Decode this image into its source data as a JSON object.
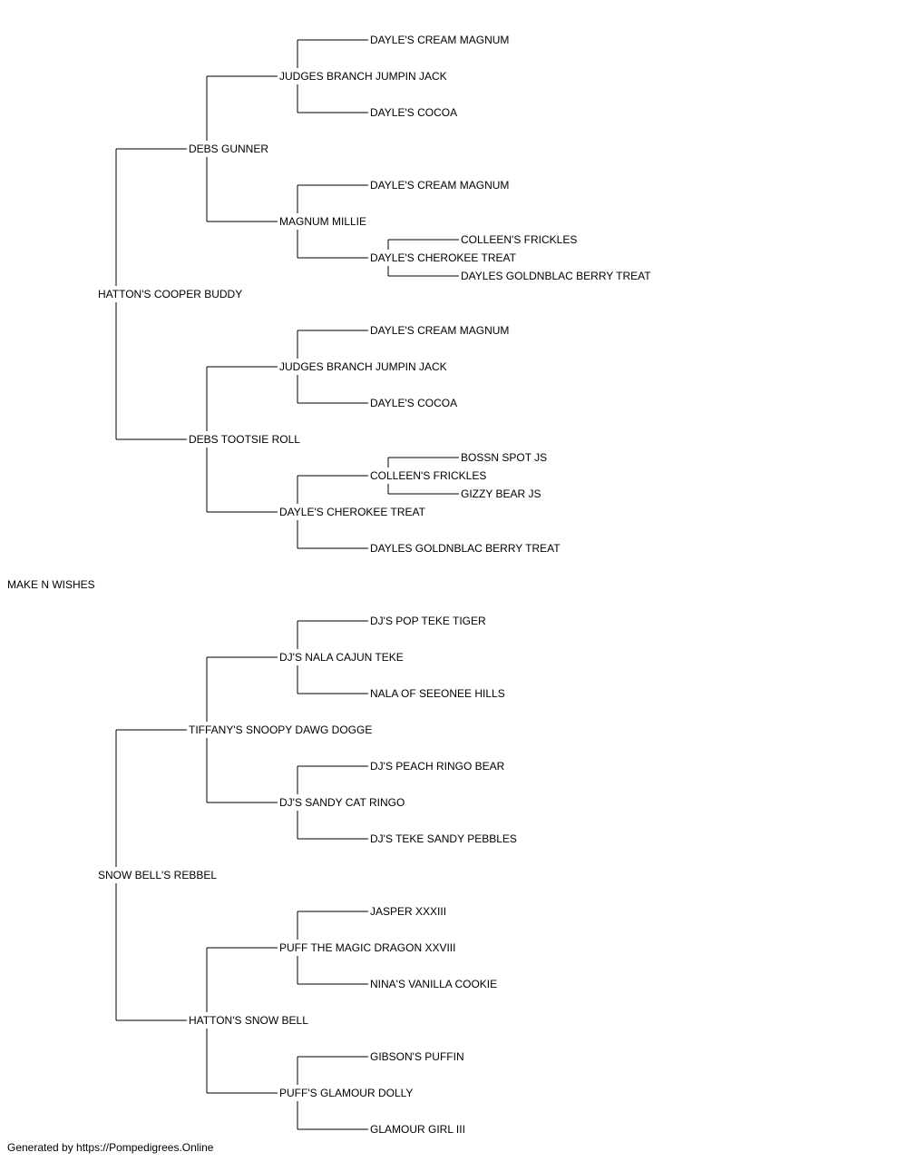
{
  "pedigree": {
    "name": "MAKE N WISHES",
    "sire": {
      "name": "HATTON'S COOPER BUDDY",
      "sire": {
        "name": "DEBS GUNNER",
        "sire": {
          "name": "JUDGES BRANCH JUMPIN JACK",
          "sire": {
            "name": "DAYLE'S CREAM MAGNUM"
          },
          "dam": {
            "name": "DAYLE'S COCOA"
          }
        },
        "dam": {
          "name": "MAGNUM MILLIE",
          "sire": {
            "name": "DAYLE'S CREAM MAGNUM"
          },
          "dam": {
            "name": "DAYLE'S CHEROKEE TREAT",
            "sire": {
              "name": "COLLEEN'S FRICKLES"
            },
            "dam": {
              "name": "DAYLES GOLDNBLAC BERRY TREAT"
            }
          }
        }
      },
      "dam": {
        "name": "DEBS TOOTSIE ROLL",
        "sire": {
          "name": "JUDGES BRANCH JUMPIN JACK",
          "sire": {
            "name": "DAYLE'S CREAM MAGNUM"
          },
          "dam": {
            "name": "DAYLE'S COCOA"
          }
        },
        "dam": {
          "name": "DAYLE'S CHEROKEE TREAT",
          "sire": {
            "name": "COLLEEN'S FRICKLES",
            "sire": {
              "name": "BOSSN SPOT JS"
            },
            "dam": {
              "name": "GIZZY BEAR JS"
            }
          },
          "dam": {
            "name": "DAYLES GOLDNBLAC BERRY TREAT"
          }
        }
      }
    },
    "dam": {
      "name": "SNOW BELL'S REBBEL",
      "sire": {
        "name": "TIFFANY'S SNOOPY DAWG DOGGE",
        "sire": {
          "name": "DJ'S NALA CAJUN TEKE",
          "sire": {
            "name": "DJ'S POP TEKE TIGER"
          },
          "dam": {
            "name": "NALA OF SEEONEE HILLS"
          }
        },
        "dam": {
          "name": "DJ'S SANDY CAT RINGO",
          "sire": {
            "name": "DJ'S PEACH RINGO BEAR"
          },
          "dam": {
            "name": "DJ'S TEKE SANDY PEBBLES"
          }
        }
      },
      "dam": {
        "name": "HATTON'S SNOW BELL",
        "sire": {
          "name": "PUFF THE MAGIC DRAGON XXVIII",
          "sire": {
            "name": "JASPER XXXIII"
          },
          "dam": {
            "name": "NINA'S VANILLA COOKIE"
          }
        },
        "dam": {
          "name": "PUFF'S GLAMOUR DOLLY",
          "sire": {
            "name": "GIBSON'S PUFFIN"
          },
          "dam": {
            "name": "GLAMOUR GIRL III"
          }
        }
      }
    }
  },
  "footer": "Generated by https://Pompedigrees.Online"
}
